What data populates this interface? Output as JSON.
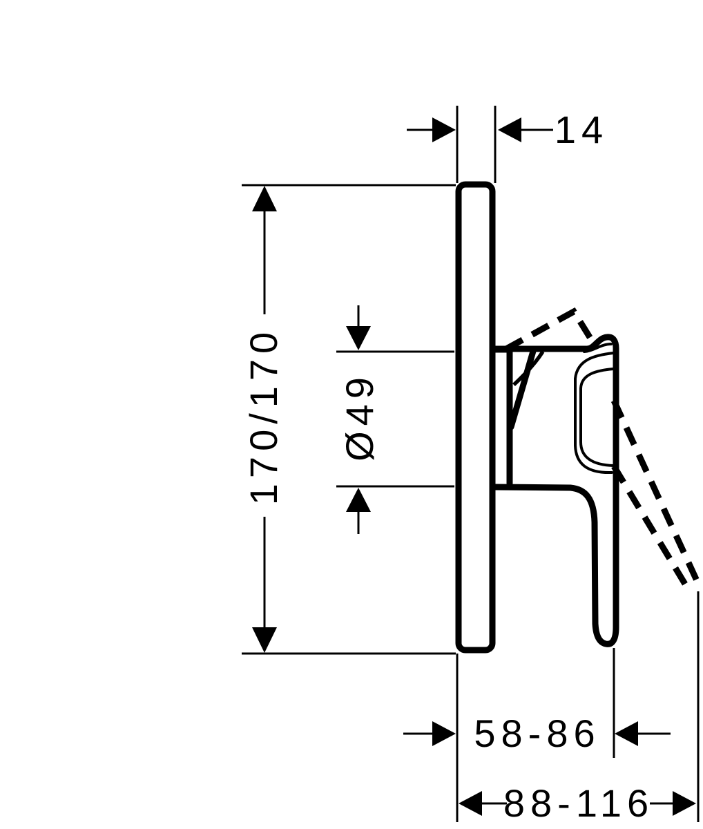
{
  "drawing": {
    "title": "concealed-single-lever-mixer-side-view-dimension-drawing",
    "background_color": "#ffffff",
    "line_color": "#000000",
    "units": "mm"
  },
  "dimensions": {
    "plate_thickness": "14",
    "plate_face": "170/170",
    "handle_diameter": "Ø49",
    "projection_min": "58-86",
    "projection_max": "88-116"
  }
}
